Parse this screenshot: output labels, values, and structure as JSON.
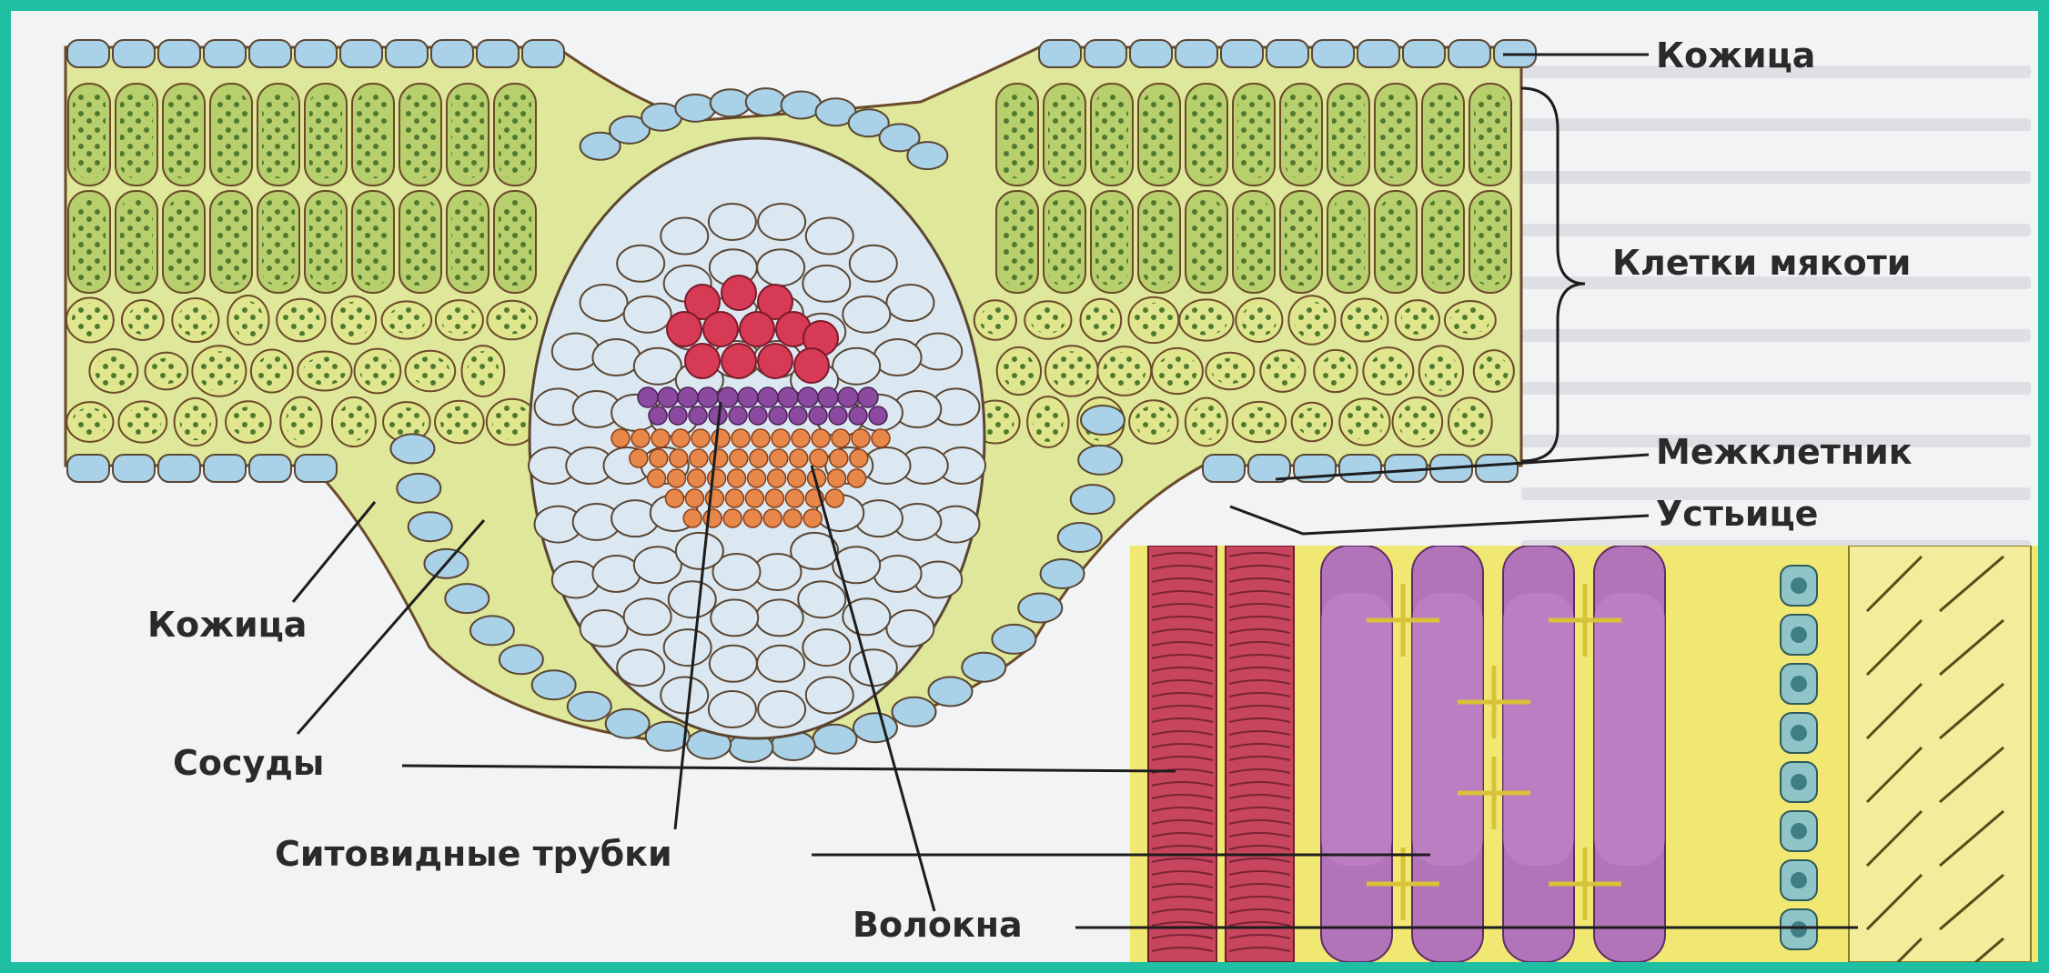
{
  "labels": {
    "skin_top": "Кожица",
    "pulp_cells": "Клетки мякоти",
    "intercellular": "Межклетник",
    "stoma": "Устьице",
    "skin_bottom": "Кожица",
    "vessels": "Сосуды",
    "sieve_tubes": "Ситовидные трубки",
    "fibers": "Волокна"
  },
  "colors": {
    "frame": "#1fbfa4",
    "background": "#f2f3f5",
    "epidermis": "#a9d2e8",
    "palisade": "#b7cf6d",
    "spongy": "#e0e68e",
    "bundle_sheath": "#dbe8f2",
    "xylem_red": "#d63a55",
    "phloem_purple": "#8b4aa0",
    "fiber_orange": "#e8874a",
    "vessel_red": "#c8455e",
    "sieve_violet": "#b274b8",
    "yellow_tissue": "#f0e873",
    "companion_blue": "#8fc5c8"
  }
}
